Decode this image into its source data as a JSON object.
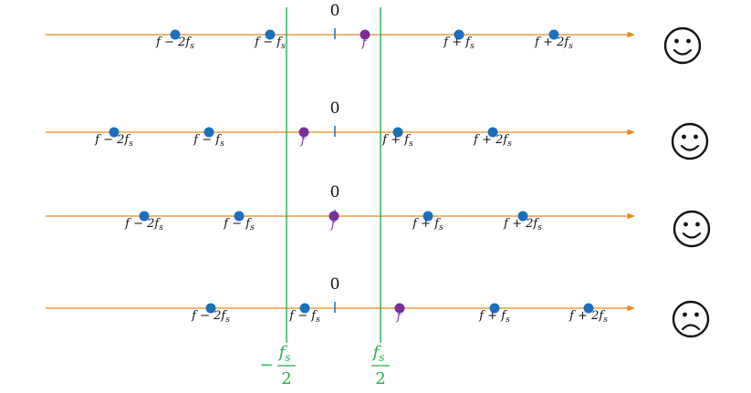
{
  "colors": {
    "axis": "#e8891c",
    "sample_dot": "#1a6fbe",
    "signal_dot": "#7b2f9c",
    "boundary": "#23b04f",
    "face": "#111111"
  },
  "boundaries": {
    "left": {
      "sign": "−",
      "numerator": "f",
      "numerator_sub": "s",
      "denominator": "2"
    },
    "right": {
      "sign": "",
      "numerator": "f",
      "numerator_sub": "s",
      "denominator": "2"
    }
  },
  "rows": [
    {
      "zero_label": "0",
      "signal_label": "f",
      "face": "smiley",
      "samples": [
        {
          "label": "f − 2f",
          "sub": "s"
        },
        {
          "label": "f − f",
          "sub": "s"
        },
        {
          "label": "f + f",
          "sub": "s"
        },
        {
          "label": "f + 2f",
          "sub": "s"
        }
      ]
    },
    {
      "zero_label": "0",
      "signal_label": "f",
      "face": "smiley",
      "samples": [
        {
          "label": "f − 2f",
          "sub": "s"
        },
        {
          "label": "f − f",
          "sub": "s"
        },
        {
          "label": "f + f",
          "sub": "s"
        },
        {
          "label": "f + 2f",
          "sub": "s"
        }
      ]
    },
    {
      "zero_label": "0",
      "signal_label": "f",
      "face": "smiley",
      "samples": [
        {
          "label": "f − 2f",
          "sub": "s"
        },
        {
          "label": "f − f",
          "sub": "s"
        },
        {
          "label": "f + f",
          "sub": "s"
        },
        {
          "label": "f + 2f",
          "sub": "s"
        }
      ]
    },
    {
      "zero_label": "0",
      "signal_label": "f",
      "face": "frowny",
      "samples": [
        {
          "label": "f − 2f",
          "sub": "s"
        },
        {
          "label": "f − f",
          "sub": "s"
        },
        {
          "label": "f + f",
          "sub": "s"
        },
        {
          "label": "f + 2f",
          "sub": "s"
        }
      ]
    }
  ]
}
